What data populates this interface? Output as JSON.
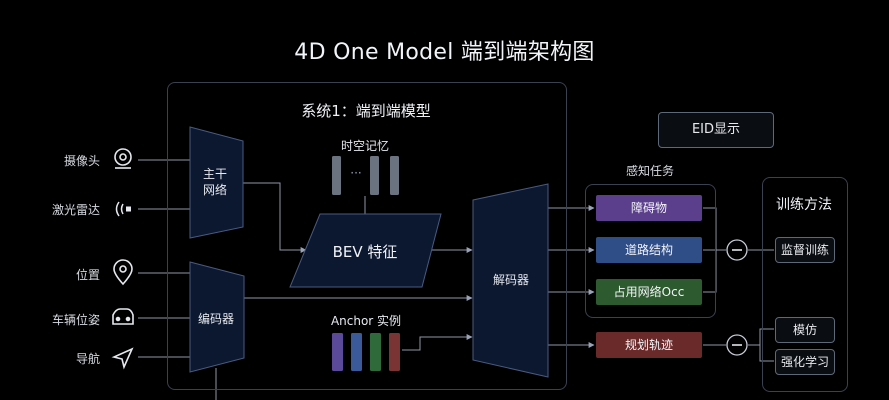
{
  "title": "4D One Model 端到端架构图",
  "system1": {
    "title": "系统1：端到端模型"
  },
  "inputs": [
    {
      "label": "摄像头",
      "icon": "camera-icon"
    },
    {
      "label": "激光雷达",
      "icon": "lidar-icon"
    },
    {
      "label": "位置",
      "icon": "location-pin-icon"
    },
    {
      "label": "车辆位姿",
      "icon": "car-icon"
    },
    {
      "label": "导航",
      "icon": "navigation-arrow-icon"
    }
  ],
  "backbone": {
    "label_line1": "主干",
    "label_line2": "网络"
  },
  "encoder": {
    "label": "编码器"
  },
  "memory": {
    "label": "时空记忆",
    "ellipsis": "···"
  },
  "bev": {
    "label": "BEV 特征"
  },
  "anchor": {
    "label": "Anchor 实例"
  },
  "decoder": {
    "label": "解码器"
  },
  "eid": {
    "label": "EID显示"
  },
  "perception": {
    "label": "感知任务",
    "tasks": [
      {
        "label": "障碍物",
        "color": "#5b3f8c"
      },
      {
        "label": "道路结构",
        "color": "#2f4d86"
      },
      {
        "label": "占用网络Occ",
        "color": "#2d5a2f"
      }
    ]
  },
  "planning": {
    "label": "规划轨迹",
    "color": "#6b2a2a"
  },
  "training": {
    "title": "训练方法",
    "supervised": "监督训练",
    "imitation": "模仿",
    "reinforcement": "强化学习",
    "operator": "−"
  },
  "colors": {
    "background": "#000000",
    "panel_border": "#3a4150",
    "shape_fill": "#0b1830",
    "shape_stroke": "#4a5a80",
    "memory_bar": "#6b7280",
    "anchor_bars": [
      "#5b4a9a",
      "#3a5a9a",
      "#2f6a3a",
      "#7a3434"
    ]
  }
}
